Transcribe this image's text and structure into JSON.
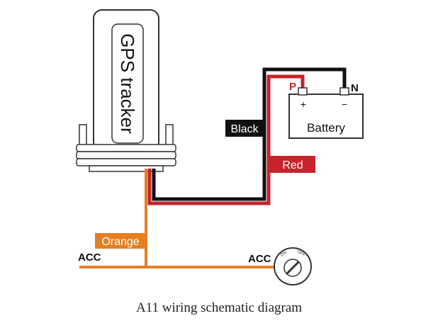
{
  "device": {
    "label": "GPS tracker"
  },
  "battery": {
    "label": "Battery",
    "plus": "+",
    "minus": "−",
    "positive_terminal": "P",
    "negative_terminal": "N"
  },
  "wires": {
    "black": "Black",
    "red": "Red",
    "orange": "Orange"
  },
  "acc": {
    "left_label": "ACC",
    "switch_label": "ACC",
    "on": "ON",
    "off": "OFF"
  },
  "caption": "A11 wiring schematic diagram",
  "colors": {
    "black_wire": "#111111",
    "red_wire": "#c8232c",
    "orange_wire": "#e67e22",
    "outline": "#333333"
  }
}
